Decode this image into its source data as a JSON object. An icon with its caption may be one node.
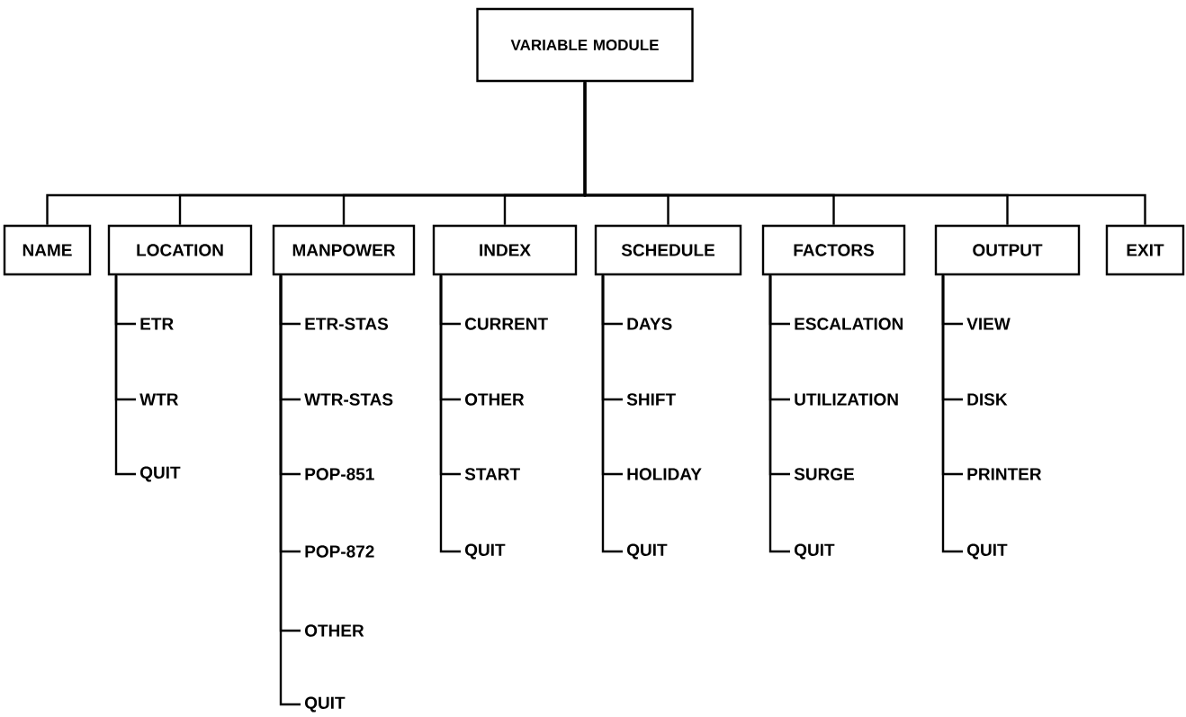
{
  "diagram": {
    "nodes": [
      {
        "text": [
          "VARIABLE MODULE"
        ]
      },
      {
        "text": [
          "NAME"
        ]
      },
      {
        "text": [
          "LOCATION"
        ]
      },
      {
        "text": [
          "MANPOWER"
        ]
      },
      {
        "text": [
          "INDEX"
        ]
      },
      {
        "text": [
          "SCHEDULE"
        ]
      },
      {
        "text": [
          "FACTORS"
        ]
      },
      {
        "text": [
          "OUTPUT"
        ]
      },
      {
        "text": [
          "EXIT"
        ]
      },
      {
        "text": [
          "ETR"
        ]
      },
      {
        "text": [
          "WTR"
        ]
      },
      {
        "text": [
          "QUIT"
        ]
      },
      {
        "text": [
          "ETR-STAS"
        ]
      },
      {
        "text": [
          "WTR-STAS"
        ]
      },
      {
        "text": [
          "POP-851"
        ]
      },
      {
        "text": [
          "POP-872"
        ]
      },
      {
        "text": [
          "OTHER"
        ]
      },
      {
        "text": [
          "QUIT"
        ]
      },
      {
        "text": [
          "CURRENT"
        ]
      },
      {
        "text": [
          "OTHER"
        ]
      },
      {
        "text": [
          "START"
        ]
      },
      {
        "text": [
          "QUIT"
        ]
      },
      {
        "text": [
          "DAYS"
        ]
      },
      {
        "text": [
          "SHIFT"
        ]
      },
      {
        "text": [
          "HOLIDAY"
        ]
      },
      {
        "text": [
          "QUIT"
        ]
      },
      {
        "text": [
          "ESCALATION"
        ]
      },
      {
        "text": [
          "UTILIZATION"
        ]
      },
      {
        "text": [
          "SURGE"
        ]
      },
      {
        "text": [
          "QUIT"
        ]
      },
      {
        "text": [
          "VIEW"
        ]
      },
      {
        "text": [
          "DISK"
        ]
      },
      {
        "text": [
          "PRINTER"
        ]
      },
      {
        "text": [
          "QUIT"
        ]
      }
    ],
    "edges": [
      {
        "from": 0,
        "to": 1,
        "arrow": "none"
      },
      {
        "from": 0,
        "to": 2,
        "arrow": "none"
      },
      {
        "from": 0,
        "to": 3,
        "arrow": "none"
      },
      {
        "from": 0,
        "to": 4,
        "arrow": "none"
      },
      {
        "from": 0,
        "to": 5,
        "arrow": "none"
      },
      {
        "from": 0,
        "to": 6,
        "arrow": "none"
      },
      {
        "from": 0,
        "to": 7,
        "arrow": "none"
      },
      {
        "from": 0,
        "to": 8,
        "arrow": "none"
      },
      {
        "from": 2,
        "to": 9,
        "arrow": "none"
      },
      {
        "from": 2,
        "to": 10,
        "arrow": "none"
      },
      {
        "from": 2,
        "to": 11,
        "arrow": "none"
      },
      {
        "from": 3,
        "to": 12,
        "arrow": "none"
      },
      {
        "from": 3,
        "to": 13,
        "arrow": "none"
      },
      {
        "from": 3,
        "to": 14,
        "arrow": "none"
      },
      {
        "from": 3,
        "to": 15,
        "arrow": "none"
      },
      {
        "from": 3,
        "to": 16,
        "arrow": "none"
      },
      {
        "from": 3,
        "to": 17,
        "arrow": "none"
      },
      {
        "from": 4,
        "to": 18,
        "arrow": "none"
      },
      {
        "from": 4,
        "to": 19,
        "arrow": "none"
      },
      {
        "from": 4,
        "to": 20,
        "arrow": "none"
      },
      {
        "from": 4,
        "to": 21,
        "arrow": "none"
      },
      {
        "from": 5,
        "to": 22,
        "arrow": "none"
      },
      {
        "from": 5,
        "to": 23,
        "arrow": "none"
      },
      {
        "from": 5,
        "to": 24,
        "arrow": "none"
      },
      {
        "from": 5,
        "to": 25,
        "arrow": "none"
      },
      {
        "from": 6,
        "to": 26,
        "arrow": "none"
      },
      {
        "from": 6,
        "to": 27,
        "arrow": "none"
      },
      {
        "from": 6,
        "to": 28,
        "arrow": "none"
      },
      {
        "from": 6,
        "to": 29,
        "arrow": "none"
      },
      {
        "from": 7,
        "to": 30,
        "arrow": "none"
      },
      {
        "from": 7,
        "to": 31,
        "arrow": "none"
      },
      {
        "from": 7,
        "to": 32,
        "arrow": "none"
      },
      {
        "from": 7,
        "to": 33,
        "arrow": "none"
      }
    ]
  }
}
